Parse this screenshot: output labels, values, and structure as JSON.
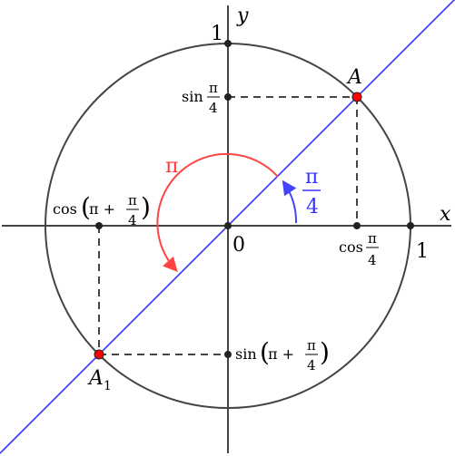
{
  "labels": {
    "x_axis": "x",
    "y_axis": "y",
    "origin": "0",
    "one_x": "1",
    "one_y": "1",
    "point_a": "A",
    "point_a1": "A",
    "point_a1_sub": "1",
    "pi_label": "π",
    "pi4_num": "π",
    "pi4_den": "4",
    "sin": "sin",
    "cos": "cos",
    "frac_num": "π",
    "frac_den": "4",
    "pi_plus": "π +",
    "paren_open": "(",
    "paren_close": ")"
  },
  "colors": {
    "axis": "#444444",
    "circle": "#444444",
    "line": "#3333ff",
    "point_fill": "#ff0000",
    "pi_arc": "#ff4444",
    "pi4_arc": "#4444ff"
  }
}
